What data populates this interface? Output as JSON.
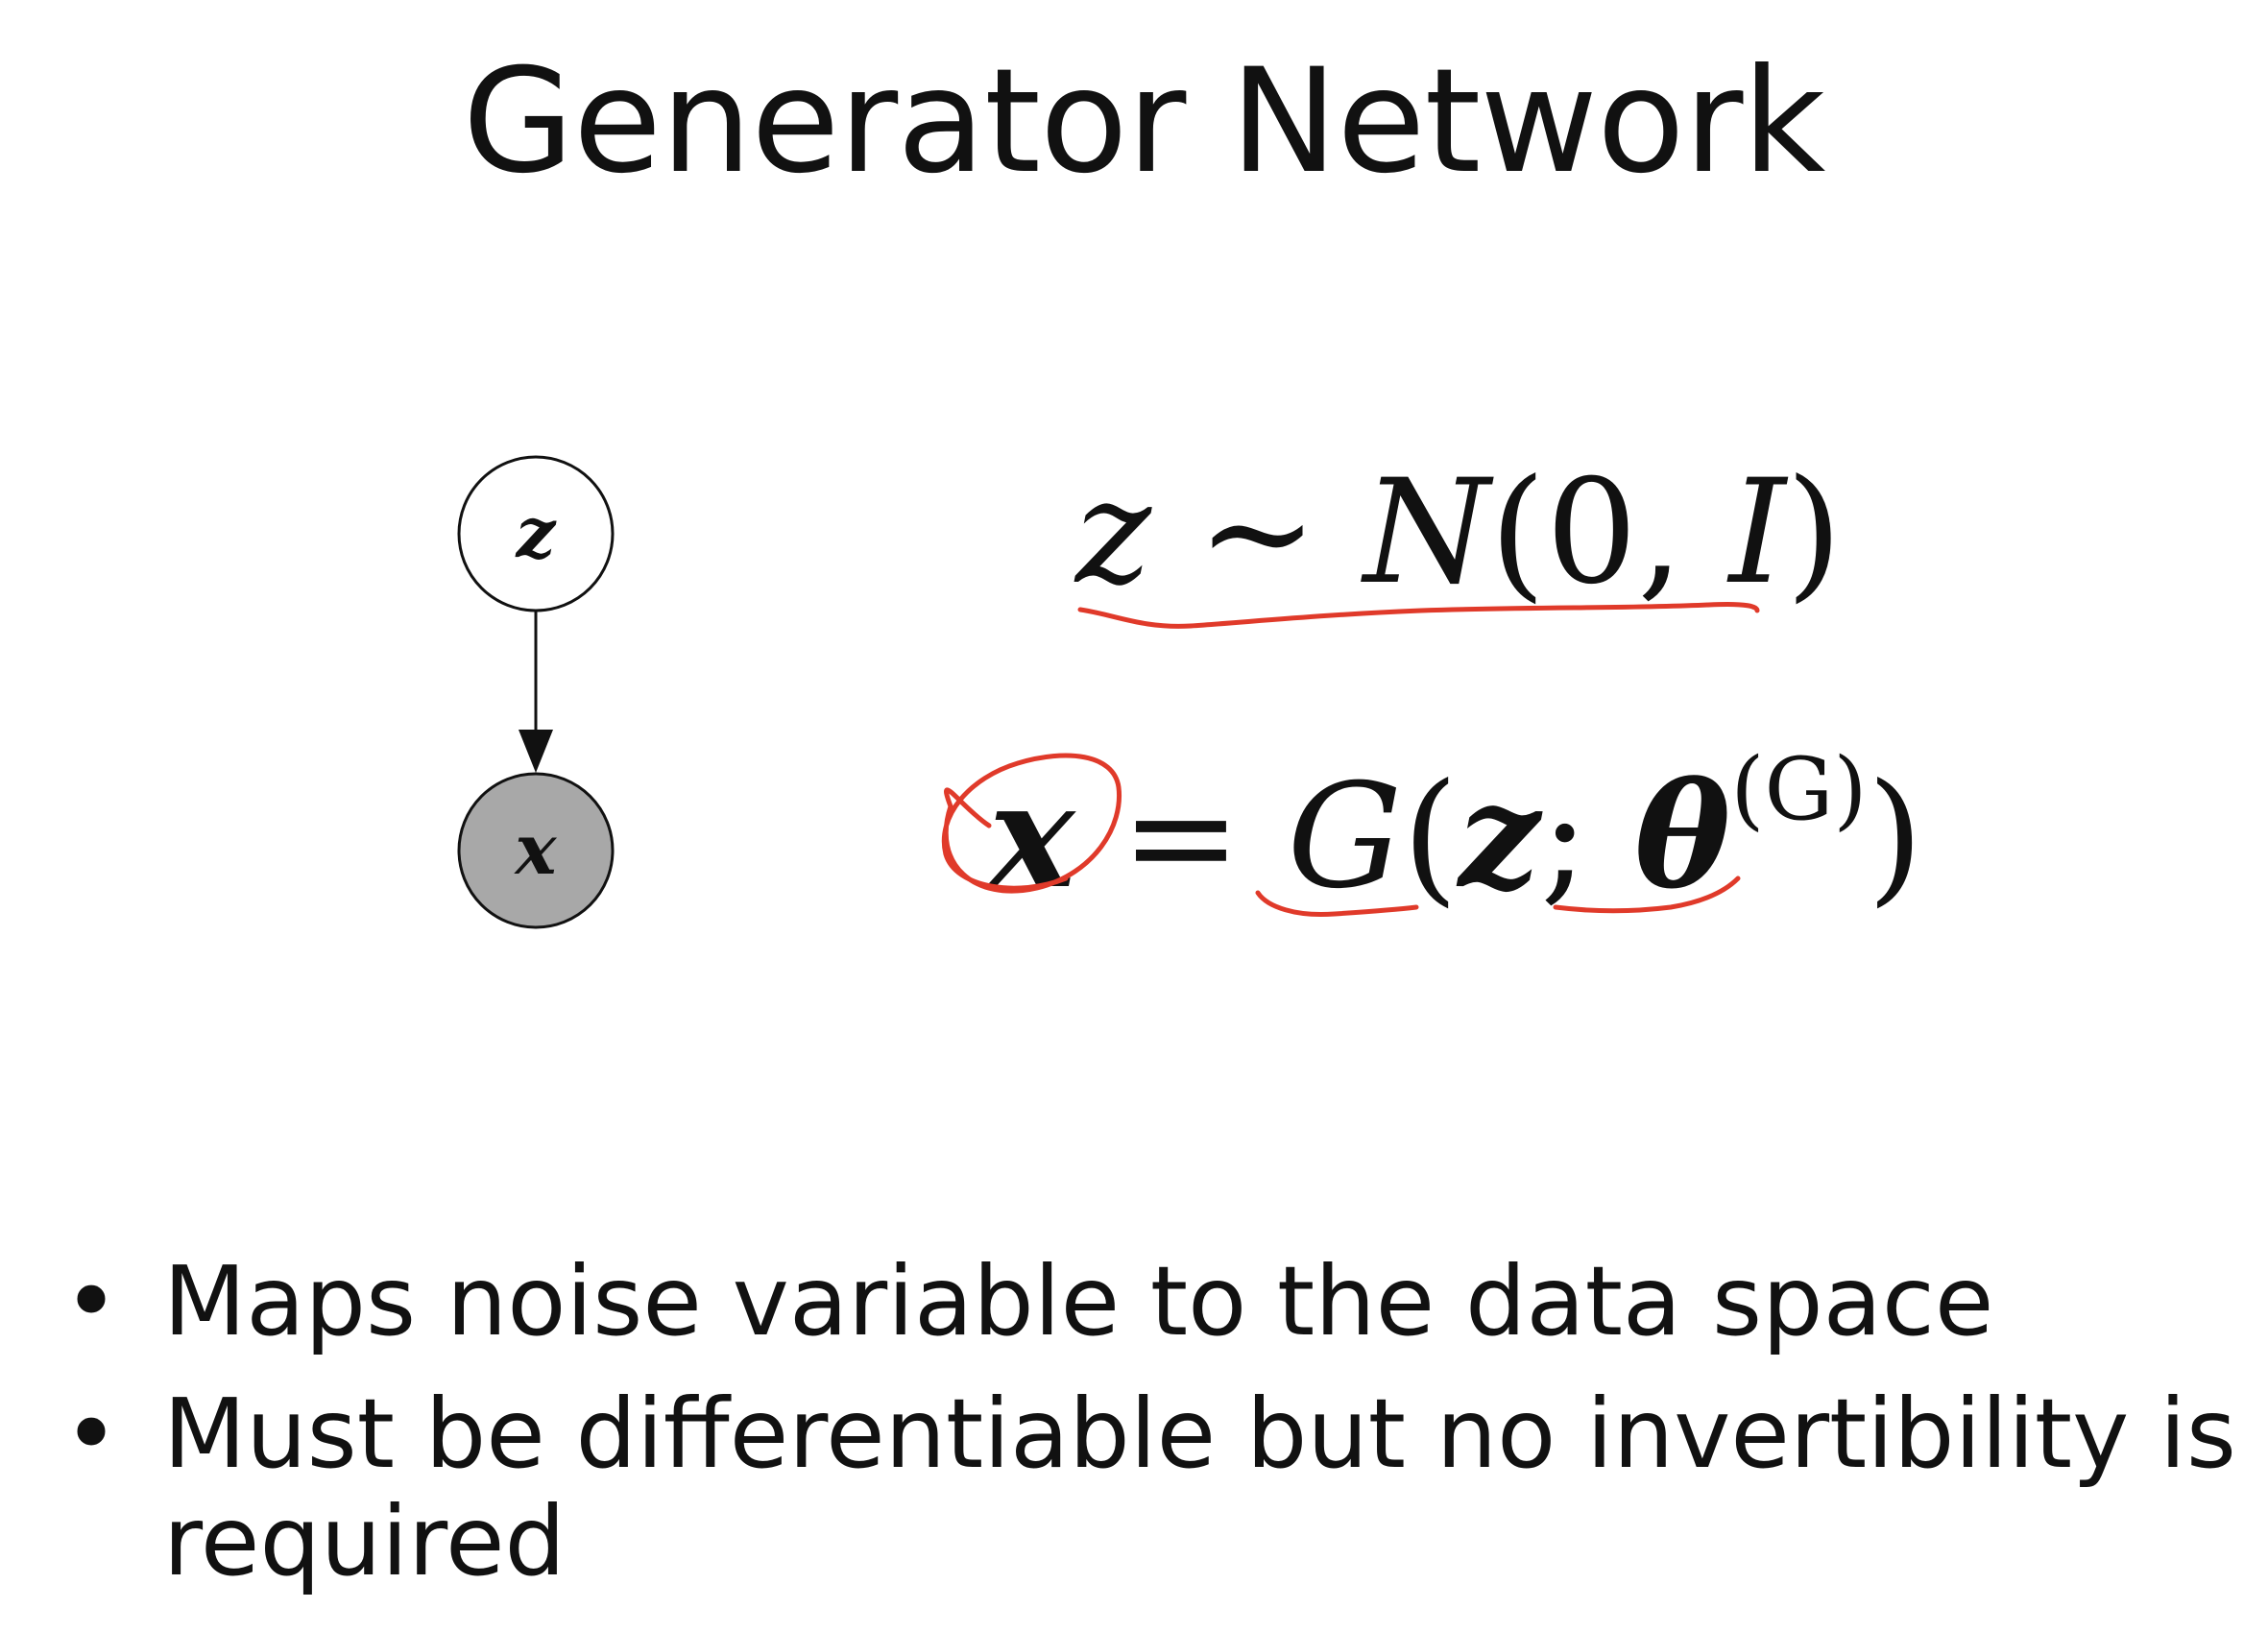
{
  "slide": {
    "title": "Generator Network"
  },
  "graph": {
    "latent_node_label": "z",
    "observed_node_label": "x",
    "observed_node_fill": "#a8a8a8",
    "latent_node_fill": "#ffffff"
  },
  "equations": {
    "prior": {
      "var": "z",
      "rel": "∼",
      "dist": "N",
      "args": "(0, ",
      "cov": "I",
      "close": ")"
    },
    "generator": {
      "lhs": "x",
      "eq": "=",
      "fn": "G",
      "open": "(",
      "arg": "z",
      "sep": ";",
      "param": "θ",
      "param_sup": "(G)",
      "close": ")"
    }
  },
  "annotations": {
    "ink_color": "#e03a2a"
  },
  "bullets": [
    "Maps noise variable to the data space",
    "Must be differentiable but no invertibility is required"
  ]
}
